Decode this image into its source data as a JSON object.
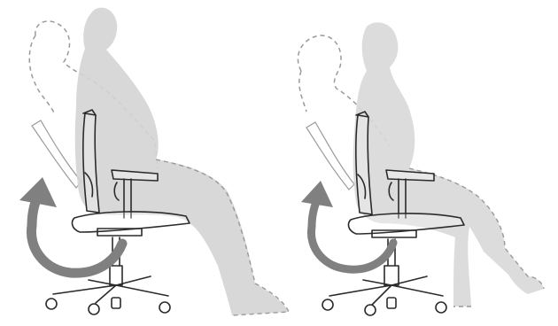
{
  "scenes": [
    {
      "figure": "man",
      "action": "recline-backrest"
    },
    {
      "figure": "woman",
      "action": "recline-backrest"
    }
  ],
  "colors": {
    "background": "#ffffff",
    "silhouette": "#d4d4d4",
    "silhouette_light": "#dedede",
    "outline_dashed": "#9a9a9a",
    "chair_line": "#2b2b2b",
    "arrow": "#808080"
  },
  "icons": [
    "recline-arrow-icon",
    "office-chair",
    "person-silhouette",
    "reclined-outline"
  ]
}
